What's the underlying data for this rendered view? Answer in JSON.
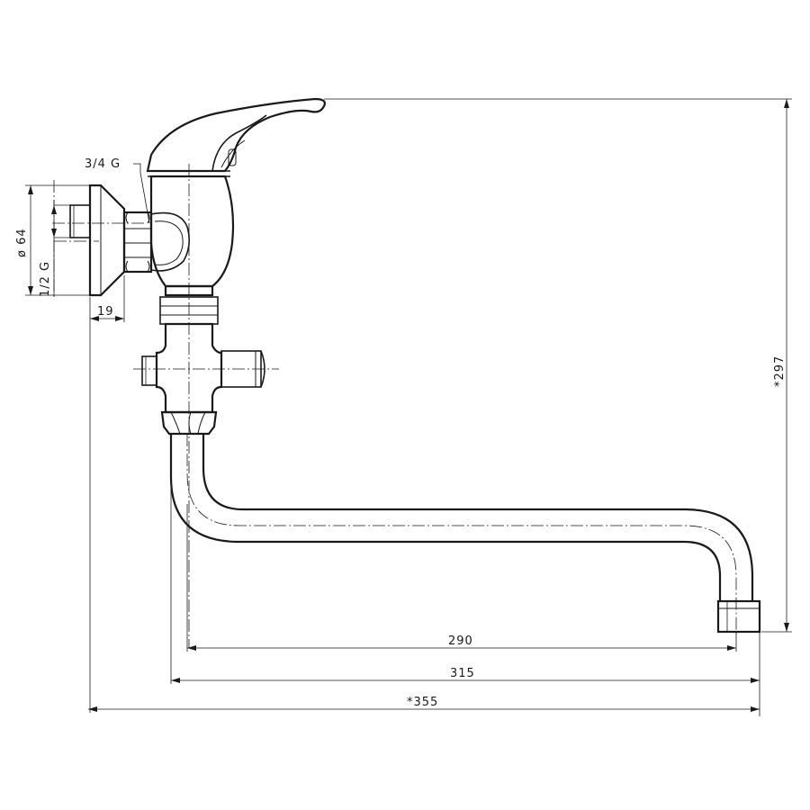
{
  "labels": {
    "thread_outlet": "3/4 G",
    "thread_wall": "1/2 G",
    "flange_diameter": "ø 64",
    "flange_depth": "19",
    "height_total": "*297",
    "spout_inner": "290",
    "spout_outer": "315",
    "length_total": "*355"
  }
}
